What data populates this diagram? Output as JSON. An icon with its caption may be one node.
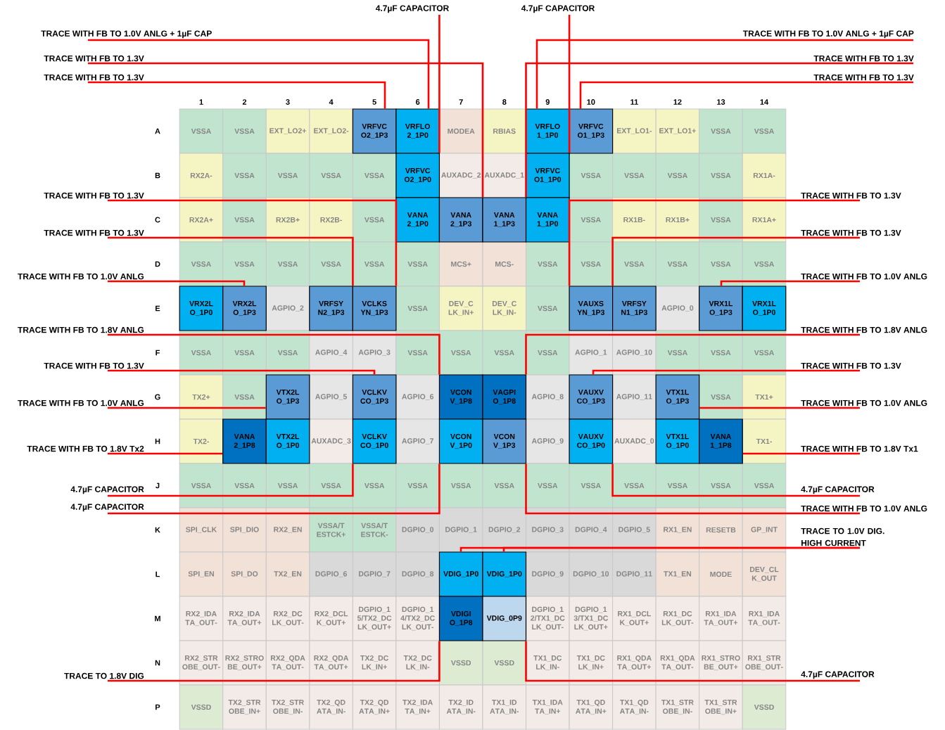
{
  "diagram": {
    "nodes": [
      {
        "text": [
          "4.7µF CAPACITOR"
        ]
      },
      {
        "text": [
          "4.7µF CAPACITOR"
        ]
      },
      {
        "text": [
          "TRACE WITH FB TO 1.0V ANLG + 1µF CAP"
        ]
      },
      {
        "text": [
          "TRACE WITH FB TO 1.0V ANLG + 1µF CAP"
        ]
      },
      {
        "text": [
          "TRACE WITH FB TO 1.3V"
        ]
      },
      {
        "text": [
          "TRACE WITH FB TO 1.3V"
        ]
      },
      {
        "text": [
          "TRACE WITH FB TO 1.3V"
        ]
      },
      {
        "text": [
          "TRACE WITH FB TO 1.3V"
        ]
      },
      {
        "text": [
          "TRACE WITH FB TO 1.3V"
        ]
      },
      {
        "text": [
          "TRACE WITH FB TO 1.3V"
        ]
      },
      {
        "text": [
          "TRACE WITH FB TO 1.3V"
        ]
      },
      {
        "text": [
          "TRACE WITH FB TO 1.3V"
        ]
      },
      {
        "text": [
          "TRACE WITH FB TO 1.0V ANLG"
        ]
      },
      {
        "text": [
          "TRACE WITH FB TO 1.0V ANLG"
        ]
      },
      {
        "text": [
          "TRACE WITH FB TO 1.8V ANLG"
        ]
      },
      {
        "text": [
          "TRACE WITH FB TO 1.8V ANLG"
        ]
      },
      {
        "text": [
          "TRACE WITH FB TO 1.3V"
        ]
      },
      {
        "text": [
          "TRACE WITH FB TO 1.3V"
        ]
      },
      {
        "text": [
          "TRACE WITH FB TO 1.0V ANLG"
        ]
      },
      {
        "text": [
          "TRACE WITH FB TO 1.0V ANLG"
        ]
      },
      {
        "text": [
          "TRACE WITH FB TO 1.8V Tx1"
        ]
      },
      {
        "text": [
          "TRACE WITH FB TO 1.8V Tx2"
        ]
      },
      {
        "text": [
          "4.7µF CAPACITOR"
        ]
      },
      {
        "text": [
          "4.7µF CAPACITOR"
        ]
      },
      {
        "text": [
          "4.7µF CAPACITOR"
        ]
      },
      {
        "text": [
          "TRACE WITH FB TO 1.0V ANLG"
        ]
      },
      {
        "text": [
          "TRACE TO 1.0V DIG. HIGH CURRENT"
        ]
      },
      {
        "text": [
          "TRACE TO 1.8V DIG"
        ]
      },
      {
        "text": [
          "4.7µF CAPACITOR"
        ]
      },
      {
        "text": [
          "VSSA"
        ]
      },
      {
        "text": [
          "VSSA"
        ]
      },
      {
        "text": [
          "EXT_LO2+"
        ]
      },
      {
        "text": [
          "EXT_LO2-"
        ]
      },
      {
        "text": [
          "VRFVCO2_1P3"
        ]
      },
      {
        "text": [
          "VRFLO2_1P0"
        ]
      },
      {
        "text": [
          "MODEA"
        ]
      },
      {
        "text": [
          "RBIAS"
        ]
      },
      {
        "text": [
          "VRFLO1_1P0"
        ]
      },
      {
        "text": [
          "VRFVCO1_1P3"
        ]
      },
      {
        "text": [
          "EXT_LO1-"
        ]
      },
      {
        "text": [
          "EXT_LO1+"
        ]
      },
      {
        "text": [
          "VSSA"
        ]
      },
      {
        "text": [
          "VSSA"
        ]
      },
      {
        "text": [
          "RX2A-"
        ]
      },
      {
        "text": [
          "VSSA"
        ]
      },
      {
        "text": [
          "VSSA"
        ]
      },
      {
        "text": [
          "VSSA"
        ]
      },
      {
        "text": [
          "VSSA"
        ]
      },
      {
        "text": [
          "VRFVCO2_1P0"
        ]
      },
      {
        "text": [
          "AUXADC_2"
        ]
      },
      {
        "text": [
          "AUXADC_1"
        ]
      },
      {
        "text": [
          "VRFVCO1_1P0"
        ]
      },
      {
        "text": [
          "VSSA"
        ]
      },
      {
        "text": [
          "VSSA"
        ]
      },
      {
        "text": [
          "VSSA"
        ]
      },
      {
        "text": [
          "VSSA"
        ]
      },
      {
        "text": [
          "RX1A-"
        ]
      },
      {
        "text": [
          "RX2A+"
        ]
      },
      {
        "text": [
          "VSSA"
        ]
      },
      {
        "text": [
          "RX2B+"
        ]
      },
      {
        "text": [
          "RX2B-"
        ]
      },
      {
        "text": [
          "VSSA"
        ]
      },
      {
        "text": [
          "VANA2_1P0"
        ]
      },
      {
        "text": [
          "VANA2_1P3"
        ]
      },
      {
        "text": [
          "VANA1_1P3"
        ]
      },
      {
        "text": [
          "VANA1_1P0"
        ]
      },
      {
        "text": [
          "VSSA"
        ]
      },
      {
        "text": [
          "RX1B-"
        ]
      },
      {
        "text": [
          "RX1B+"
        ]
      },
      {
        "text": [
          "VSSA"
        ]
      },
      {
        "text": [
          "RX1A+"
        ]
      },
      {
        "text": [
          "VSSA"
        ]
      },
      {
        "text": [
          "VSSA"
        ]
      },
      {
        "text": [
          "VSSA"
        ]
      },
      {
        "text": [
          "VSSA"
        ]
      },
      {
        "text": [
          "VSSA"
        ]
      },
      {
        "text": [
          "VSSA"
        ]
      },
      {
        "text": [
          "MCS+"
        ]
      },
      {
        "text": [
          "MCS-"
        ]
      },
      {
        "text": [
          "VSSA"
        ]
      },
      {
        "text": [
          "VSSA"
        ]
      },
      {
        "text": [
          "VSSA"
        ]
      },
      {
        "text": [
          "VSSA"
        ]
      },
      {
        "text": [
          "VSSA"
        ]
      },
      {
        "text": [
          "VSSA"
        ]
      },
      {
        "text": [
          "VRX2LO_1P0"
        ]
      },
      {
        "text": [
          "VRX2LO_1P3"
        ]
      },
      {
        "text": [
          "AGPIO_2"
        ]
      },
      {
        "text": [
          "VRFSYN2_1P3"
        ]
      },
      {
        "text": [
          "VCLKSYN_1P3"
        ]
      },
      {
        "text": [
          "VSSA"
        ]
      },
      {
        "text": [
          "DEV_CLK_IN+"
        ]
      },
      {
        "text": [
          "DEV_CLK_IN-"
        ]
      },
      {
        "text": [
          "VSSA"
        ]
      },
      {
        "text": [
          "VAUXSYN_1P3"
        ]
      },
      {
        "text": [
          "VRFSYN1_1P3"
        ]
      },
      {
        "text": [
          "AGPIO_0"
        ]
      },
      {
        "text": [
          "VRX1LO_1P3"
        ]
      },
      {
        "text": [
          "VRX1LO_1P0"
        ]
      },
      {
        "text": [
          "VSSA"
        ]
      },
      {
        "text": [
          "VSSA"
        ]
      },
      {
        "text": [
          "VSSA"
        ]
      },
      {
        "text": [
          "AGPIO_4"
        ]
      },
      {
        "text": [
          "AGPIO_3"
        ]
      },
      {
        "text": [
          "VSSA"
        ]
      },
      {
        "text": [
          "VSSA"
        ]
      },
      {
        "text": [
          "VSSA"
        ]
      },
      {
        "text": [
          "VSSA"
        ]
      },
      {
        "text": [
          "AGPIO_1"
        ]
      },
      {
        "text": [
          "AGPIO_10"
        ]
      },
      {
        "text": [
          "VSSA"
        ]
      },
      {
        "text": [
          "VSSA"
        ]
      },
      {
        "text": [
          "VSSA"
        ]
      },
      {
        "text": [
          "TX2+"
        ]
      },
      {
        "text": [
          "VSSA"
        ]
      },
      {
        "text": [
          "VTX2LO_1P3"
        ]
      },
      {
        "text": [
          "AGPIO_5"
        ]
      },
      {
        "text": [
          "VCLKVCO_1P3"
        ]
      },
      {
        "text": [
          "AGPIO_6"
        ]
      },
      {
        "text": [
          "VCONV_1P8"
        ]
      },
      {
        "text": [
          "VAGPIO_1P8"
        ]
      },
      {
        "text": [
          "AGPIO_8"
        ]
      },
      {
        "text": [
          "VAUXVCO_1P3"
        ]
      },
      {
        "text": [
          "AGPIO_11"
        ]
      },
      {
        "text": [
          "VTX1LO_1P3"
        ]
      },
      {
        "text": [
          "VSSA"
        ]
      },
      {
        "text": [
          "TX1+"
        ]
      },
      {
        "text": [
          "TX2-"
        ]
      },
      {
        "text": [
          "VANA2_1P8"
        ]
      },
      {
        "text": [
          "VTX2LO_1P0"
        ]
      },
      {
        "text": [
          "AUXADC_3"
        ]
      },
      {
        "text": [
          "VCLKVCO_1P0"
        ]
      },
      {
        "text": [
          "AGPIO_7"
        ]
      },
      {
        "text": [
          "VCONV_1P0"
        ]
      },
      {
        "text": [
          "VCONV_1P3"
        ]
      },
      {
        "text": [
          "AGPIO_9"
        ]
      },
      {
        "text": [
          "VAUXVCO_1P0"
        ]
      },
      {
        "text": [
          "AUXADC_0"
        ]
      },
      {
        "text": [
          "VTX1LO_1P0"
        ]
      },
      {
        "text": [
          "VANA1_1P8"
        ]
      },
      {
        "text": [
          "TX1-"
        ]
      },
      {
        "text": [
          "VSSA"
        ]
      },
      {
        "text": [
          "VSSA"
        ]
      },
      {
        "text": [
          "VSSA"
        ]
      },
      {
        "text": [
          "VSSA"
        ]
      },
      {
        "text": [
          "VSSA"
        ]
      },
      {
        "text": [
          "VSSA"
        ]
      },
      {
        "text": [
          "VSSA"
        ]
      },
      {
        "text": [
          "VSSA"
        ]
      },
      {
        "text": [
          "VSSA"
        ]
      },
      {
        "text": [
          "VSSA"
        ]
      },
      {
        "text": [
          "VSSA"
        ]
      },
      {
        "text": [
          "VSSA"
        ]
      },
      {
        "text": [
          "VSSA"
        ]
      },
      {
        "text": [
          "VSSA"
        ]
      },
      {
        "text": [
          "SPI_CLK"
        ]
      },
      {
        "text": [
          "SPI_DIO"
        ]
      },
      {
        "text": [
          "RX2_EN"
        ]
      },
      {
        "text": [
          "VSSA/TESTCK+"
        ]
      },
      {
        "text": [
          "VSSA/TESTCK-"
        ]
      },
      {
        "text": [
          "DGPIO_0"
        ]
      },
      {
        "text": [
          "DGPIO_1"
        ]
      },
      {
        "text": [
          "DGPIO_2"
        ]
      },
      {
        "text": [
          "DGPIO_3"
        ]
      },
      {
        "text": [
          "DGPIO_4"
        ]
      },
      {
        "text": [
          "DGPIO_5"
        ]
      },
      {
        "text": [
          "RX1_EN"
        ]
      },
      {
        "text": [
          "RESETB"
        ]
      },
      {
        "text": [
          "GP_INT"
        ]
      },
      {
        "text": [
          "SPI_EN"
        ]
      },
      {
        "text": [
          "SPI_DO"
        ]
      },
      {
        "text": [
          "TX2_EN"
        ]
      },
      {
        "text": [
          "DGPIO_6"
        ]
      },
      {
        "text": [
          "DGPIO_7"
        ]
      },
      {
        "text": [
          "DGPIO_8"
        ]
      },
      {
        "text": [
          "VDIG_1P0"
        ]
      },
      {
        "text": [
          "VDIG_1P0"
        ]
      },
      {
        "text": [
          "DGPIO_9"
        ]
      },
      {
        "text": [
          "DGPIO_10"
        ]
      },
      {
        "text": [
          "DGPIO_11"
        ]
      },
      {
        "text": [
          "TX1_EN"
        ]
      },
      {
        "text": [
          "MODE"
        ]
      },
      {
        "text": [
          "DEV_CLK_OUT"
        ]
      },
      {
        "text": [
          "RX2_IDATA_OUT-"
        ]
      },
      {
        "text": [
          "RX2_IDATA_OUT+"
        ]
      },
      {
        "text": [
          "RX2_DCLK_OUT-"
        ]
      },
      {
        "text": [
          "RX2_DCLK_OUT+"
        ]
      },
      {
        "text": [
          "DGPIO_15/TX2_DCLK_OUT+"
        ]
      },
      {
        "text": [
          "DGPIO_14/TX2_DCLK_OUT-"
        ]
      },
      {
        "text": [
          "VDIGIO_1P8"
        ]
      },
      {
        "text": [
          "VDIG_0P9"
        ]
      },
      {
        "text": [
          "DGPIO_12/TX1_DCLK_OUT-"
        ]
      },
      {
        "text": [
          "DGPIO_13/TX1_DCLK_OUT+"
        ]
      },
      {
        "text": [
          "RX1_DCLK_OUT+"
        ]
      },
      {
        "text": [
          "RX1_DCLK_OUT-"
        ]
      },
      {
        "text": [
          "RX1_IDATA_OUT+"
        ]
      },
      {
        "text": [
          "RX1_IDATA_OUT-"
        ]
      },
      {
        "text": [
          "RX2_STROBE_OUT-"
        ]
      },
      {
        "text": [
          "RX2_STROBE_OUT+"
        ]
      },
      {
        "text": [
          "RX2_QDATA_OUT-"
        ]
      },
      {
        "text": [
          "RX2_QDATA_OUT+"
        ]
      },
      {
        "text": [
          "TX2_DCLK_IN+"
        ]
      },
      {
        "text": [
          "TX2_DCLK_IN-"
        ]
      },
      {
        "text": [
          "VSSD"
        ]
      },
      {
        "text": [
          "VSSD"
        ]
      },
      {
        "text": [
          "TX1_DCLK_IN-"
        ]
      },
      {
        "text": [
          "TX1_DCLK_IN+"
        ]
      },
      {
        "text": [
          "RX1_QDATA_OUT+"
        ]
      },
      {
        "text": [
          "RX1_QDATA_OUT-"
        ]
      },
      {
        "text": [
          "RX1_STROBE_OUT+"
        ]
      },
      {
        "text": [
          "RX1_STROBE_OUT-"
        ]
      },
      {
        "text": [
          "VSSD"
        ]
      },
      {
        "text": [
          "TX2_STROBE_IN+"
        ]
      },
      {
        "text": [
          "TX2_STROBE_IN-"
        ]
      },
      {
        "text": [
          "TX2_QDATA_IN-"
        ]
      },
      {
        "text": [
          "TX2_QDATA_IN+"
        ]
      },
      {
        "text": [
          "TX2_IDATA_IN+"
        ]
      },
      {
        "text": [
          "TX2_IDATA_IN-"
        ]
      },
      {
        "text": [
          "TX1_IDATA_IN-"
        ]
      },
      {
        "text": [
          "TX1_IDATA_IN+"
        ]
      },
      {
        "text": [
          "TX1_QDATA_IN+"
        ]
      },
      {
        "text": [
          "TX1_QDATA_IN-"
        ]
      },
      {
        "text": [
          "TX1_STROBE_IN-"
        ]
      },
      {
        "text": [
          "TX1_STROBE_IN+"
        ]
      },
      {
        "text": [
          "VSSD"
        ]
      }
    ],
    "edges": [
      {
        "from": 0,
        "to": 48,
        "arrow": "none"
      },
      {
        "from": 1,
        "to": 51,
        "arrow": "none"
      },
      {
        "from": 2,
        "to": 34,
        "arrow": "none"
      },
      {
        "from": 3,
        "to": 37,
        "arrow": "none"
      },
      {
        "from": 4,
        "to": 63,
        "arrow": "none"
      },
      {
        "from": 5,
        "to": 64,
        "arrow": "none"
      },
      {
        "from": 6,
        "to": 33,
        "arrow": "none"
      },
      {
        "from": 7,
        "to": 38,
        "arrow": "none"
      },
      {
        "from": 8,
        "to": 89,
        "arrow": "none"
      },
      {
        "from": 9,
        "to": 94,
        "arrow": "none"
      },
      {
        "from": 10,
        "to": 88,
        "arrow": "none"
      },
      {
        "from": 11,
        "to": 95,
        "arrow": "none"
      },
      {
        "from": 12,
        "to": 86,
        "arrow": "none"
      },
      {
        "from": 13,
        "to": 97,
        "arrow": "none"
      },
      {
        "from": 14,
        "to": 119,
        "arrow": "none"
      },
      {
        "from": 15,
        "to": 120,
        "arrow": "none"
      },
      {
        "from": 16,
        "to": 117,
        "arrow": "none"
      },
      {
        "from": 17,
        "to": 122,
        "arrow": "none"
      },
      {
        "from": 18,
        "to": 115,
        "arrow": "none"
      },
      {
        "from": 19,
        "to": 124,
        "arrow": "none"
      },
      {
        "from": 20,
        "to": 139,
        "arrow": "none"
      },
      {
        "from": 21,
        "to": 128,
        "arrow": "none"
      },
      {
        "from": 22,
        "to": 131,
        "arrow": "none"
      },
      {
        "from": 23,
        "to": 136,
        "arrow": "none"
      },
      {
        "from": 24,
        "to": 133,
        "arrow": "none"
      },
      {
        "from": 25,
        "to": 134,
        "arrow": "none"
      },
      {
        "from": 26,
        "to": 175,
        "arrow": "none"
      },
      {
        "from": 26,
        "to": 176,
        "arrow": "none"
      },
      {
        "from": 27,
        "to": 189,
        "arrow": "none"
      },
      {
        "from": 28,
        "to": 190,
        "arrow": "none"
      }
    ],
    "labels": [
      "1",
      "2",
      "3",
      "4",
      "5",
      "6",
      "7",
      "8",
      "9",
      "10",
      "11",
      "12",
      "13",
      "14",
      "A",
      "B",
      "C",
      "D",
      "E",
      "F",
      "G",
      "H",
      "J",
      "K",
      "L",
      "M",
      "N",
      "P"
    ]
  }
}
